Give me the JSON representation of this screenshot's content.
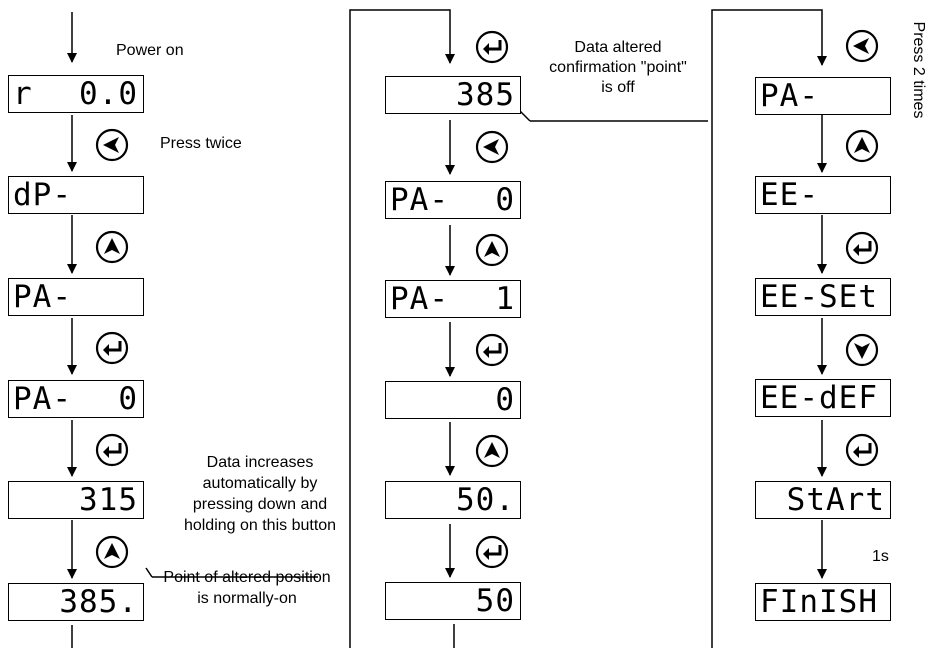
{
  "column1": {
    "labels": {
      "power_on": "Power on",
      "press_twice": "Press twice",
      "data_increases": "Data increases\nautomatically by\npressing down and\nholding on this button",
      "point_altered": "Point of altered position\nis normally-on"
    },
    "displays": [
      {
        "left": "r",
        "right": "0.0"
      },
      {
        "left": "dP-",
        "right": ""
      },
      {
        "left": "PA-",
        "right": ""
      },
      {
        "left": "PA-",
        "right": "0"
      },
      {
        "left": "",
        "right": "315"
      },
      {
        "left": "",
        "right": "385."
      }
    ],
    "buttons": [
      "left-arrow",
      "up-arrow",
      "enter",
      "enter",
      "up-arrow"
    ]
  },
  "column2": {
    "labels": {
      "data_altered": "Data altered\nconfirmation \"point\"\nis off"
    },
    "displays": [
      {
        "left": "",
        "right": "385"
      },
      {
        "left": "PA-",
        "right": "0"
      },
      {
        "left": "PA-",
        "right": "1"
      },
      {
        "left": "",
        "right": "0"
      },
      {
        "left": "",
        "right": "50."
      },
      {
        "left": "",
        "right": "50"
      }
    ],
    "buttons": [
      "enter",
      "left-arrow",
      "up-arrow",
      "enter",
      "up-arrow",
      "enter"
    ]
  },
  "column3": {
    "labels": {
      "press_2_times": "Press 2 times",
      "one_second": "1s"
    },
    "displays": [
      {
        "left": "PA-",
        "right": ""
      },
      {
        "left": "EE-",
        "right": ""
      },
      {
        "left": "EE-SEt",
        "right": ""
      },
      {
        "left": "EE-dEF",
        "right": ""
      },
      {
        "left": "",
        "right": "StArt"
      },
      {
        "left": "FInISH",
        "right": ""
      }
    ],
    "buttons": [
      "left-arrow",
      "up-arrow",
      "enter",
      "down-arrow",
      "enter"
    ]
  }
}
